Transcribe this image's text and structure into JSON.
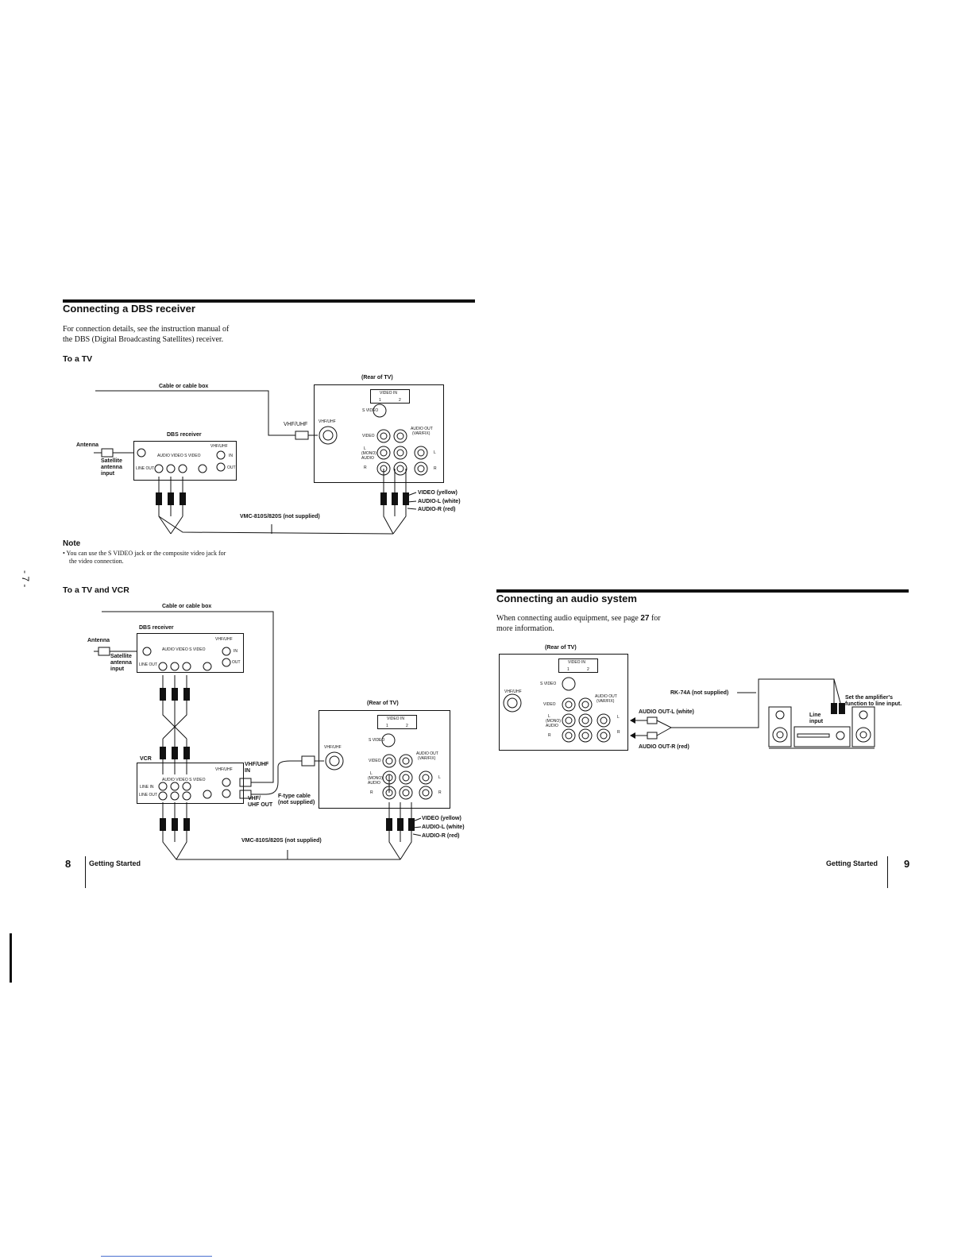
{
  "left": {
    "section_title": "Connecting a DBS receiver",
    "intro_line1": "For connection details, see the instruction manual of",
    "intro_line2": "the DBS (Digital Broadcasting Satellites) receiver.",
    "sub1": "To a TV",
    "sub2": "To a TV and VCR",
    "note_title": "Note",
    "note_line1": "• You can use the S VIDEO jack or the composite video jack for",
    "note_line2": "the video connection.",
    "page_number": "8",
    "footer": "Getting Started",
    "side_mark": "- 7 -"
  },
  "diagram1": {
    "cable_box": "Cable or cable box",
    "rear_of_tv": "(Rear of TV)",
    "dbs_receiver": "DBS receiver",
    "antenna": "Antenna",
    "satellite_1": "Satellite",
    "satellite_2": "antenna",
    "satellite_3": "input",
    "vhf_uhf": "VHF/UHF",
    "video_in": "VIDEO IN",
    "video_yellow": "VIDEO (yellow)",
    "audio_l_white": "AUDIO-L (white)",
    "audio_r_red": "AUDIO-R (red)",
    "cable_model": "VMC-810S/820S (not supplied)",
    "rx_vhf": "VHF/UHF",
    "rx_in": "IN",
    "rx_out": "OUT",
    "rx_audio_video": "AUDIO   VIDEO   S VIDEO",
    "rx_line_out": "LINE OUT",
    "tv_svideo": "S VIDEO",
    "tv_video": "VIDEO",
    "tv_l": "L",
    "tv_mono": "(MONO)",
    "tv_audio": "AUDIO",
    "tv_r": "R",
    "tv_audio_out": "AUDIO OUT",
    "tv_var_fix": "(VAR/FIX)",
    "tv_vhf": "VHF/UHF",
    "col1": "1",
    "col2": "2",
    "out_l": "L",
    "out_r": "R"
  },
  "diagram2": {
    "cable_box": "Cable or cable box",
    "dbs_receiver": "DBS receiver",
    "antenna": "Antenna",
    "satellite_1": "Satellite",
    "satellite_2": "antenna",
    "satellite_3": "input",
    "rear_of_tv": "(Rear of TV)",
    "vcr": "VCR",
    "vhf_uhf_in_1": "VHF/UHF",
    "vhf_uhf_in_2": "IN",
    "vhf_uhf_out_1": "VHF/",
    "vhf_uhf_out_2": "UHF OUT",
    "ftype_1": "F-type cable",
    "ftype_2": "(not supplied)",
    "video_in": "VIDEO IN",
    "video_yellow": "VIDEO (yellow)",
    "audio_l_white": "AUDIO-L (white)",
    "audio_r_red": "AUDIO-R (red)",
    "cable_model": "VMC-810S/820S (not supplied)",
    "rx_vhf": "VHF/UHF",
    "rx_in": "IN",
    "rx_out": "OUT",
    "rx_audio_video": "AUDIO   VIDEO   S VIDEO",
    "rx_line_out": "LINE OUT",
    "vcr_vhf": "VHF/UHF",
    "vcr_audio_video": "AUDIO   VIDEO   S VIDEO",
    "vcr_line_in": "LINE IN",
    "vcr_line_out": "LINE OUT",
    "tv_svideo": "S VIDEO",
    "tv_video": "VIDEO",
    "tv_l": "L",
    "tv_mono": "(MONO)",
    "tv_audio": "AUDIO",
    "tv_r": "R",
    "tv_audio_out": "AUDIO OUT",
    "tv_var_fix": "(VAR/FIX)",
    "tv_vhf": "VHF/UHF",
    "col1": "1",
    "col2": "2",
    "out_l": "L",
    "out_r": "R"
  },
  "right": {
    "section_title": "Connecting an audio system",
    "intro_line1": "When connecting audio equipment, see page ",
    "intro_page": "27",
    "intro_line1_end": " for",
    "intro_line2": "more information.",
    "page_number": "9",
    "footer": "Getting Started"
  },
  "diagram3": {
    "rear_of_tv": "(Rear of TV)",
    "video_in": "VIDEO IN",
    "col1": "1",
    "col2": "2",
    "tv_svideo": "S VIDEO",
    "tv_video": "VIDEO",
    "tv_l": "L",
    "tv_mono": "(MONO)",
    "tv_audio": "AUDIO",
    "tv_r": "R",
    "tv_audio_out": "AUDIO OUT",
    "tv_var_fix": "(VAR/FIX)",
    "tv_vhf": "VHF/UHF",
    "out_l": "L",
    "out_r": "R",
    "rk74a": "RK-74A (not supplied)",
    "audio_out_l": "AUDIO OUT-L (white)",
    "audio_out_r": "AUDIO OUT-R (red)",
    "line_1": "Line",
    "line_2": "input",
    "amp_1": "Set the amplifier's",
    "amp_2": "function to line input."
  }
}
